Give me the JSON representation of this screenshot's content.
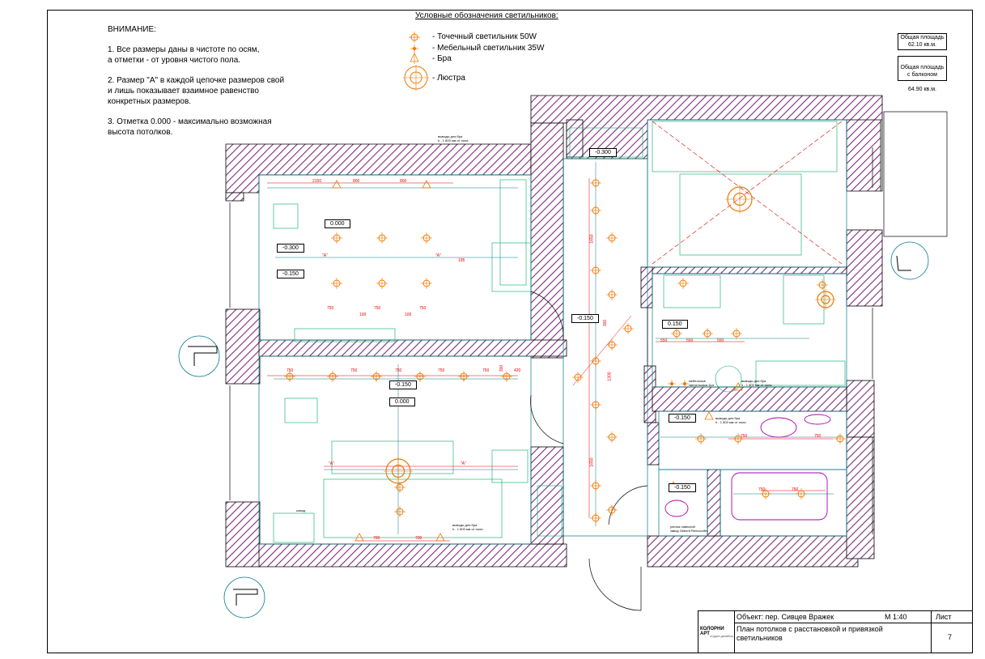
{
  "notes": {
    "title": "ВНИМАНИЕ:",
    "items": [
      "1. Все размеры даны в чистоте по осям,\n    а отметки - от уровня чистого пола.",
      "2. Размер \"А\" в каждой цепочке размеров свой\n    и лишь показывает взаимное равенство\n    конкретных размеров.",
      "3. Отметка 0.000 - максимально возможная\n    высота потолков."
    ]
  },
  "legend": {
    "title": "Условные обозначения светильников:",
    "items": [
      {
        "icon": "spot-light-icon",
        "label": "- Точечный светильник 50W"
      },
      {
        "icon": "furniture-light-icon",
        "label": "- Мебельный светильник 35W"
      },
      {
        "icon": "sconce-icon",
        "label": "- Бра"
      },
      {
        "icon": "chandelier-icon",
        "label": "- Люстра"
      }
    ]
  },
  "areas": [
    {
      "label": "Общая площадь",
      "value": "62.10 кв.м."
    },
    {
      "label": "Общая площадь\nс балконом",
      "value": "64.90 кв.м."
    }
  ],
  "level_tags": [
    "-0.300",
    "-0.300",
    "-0.150",
    "0.000",
    "-0.150",
    "0.000",
    "-0.150",
    "0.150",
    "-0.150",
    "-0.150"
  ],
  "dimensions": {
    "kitchen": [
      "2150",
      "800",
      "800",
      "750",
      "750",
      "750",
      "100",
      "100"
    ],
    "corridor": [
      "750",
      "750",
      "750",
      "750",
      "750",
      "420"
    ],
    "bedroom": [
      "700",
      "700",
      "\"A\"",
      "\"A\""
    ],
    "hall": [
      "1650",
      "1300",
      "1650",
      "300",
      "300"
    ],
    "kitchen2": [
      "550",
      "550",
      "550"
    ],
    "bath": [
      "750",
      "750",
      "750",
      "750"
    ],
    "living": [
      "\"A\"",
      "\"A\"",
      "195"
    ]
  },
  "small_notes": [
    "выводы для бра\nh - 1 800 мм от пола",
    "выводы для бра\nh - 1 800 мм от пола",
    "мебельные\nсветильники 2шт",
    "выводы для бра\nh - 1 800 мм от пола",
    "выводы для бра\nh - 1 800 мм от пола",
    "унитаз навесной\nзавод Geberit Remocollin",
    "комод"
  ],
  "title_block": {
    "logo": "КОЛОРНИ АРТ",
    "logo_sub": "студия дизайна",
    "object": "Объект: пер. Сивцев Вражек",
    "scale": "М 1:40",
    "sheet_label": "Лист",
    "description": "План потолков с расстановкой и привязкой светильников",
    "sheet_number": "7"
  },
  "colors": {
    "wall_hatch": "#7a2f7a",
    "spot": "#f07800",
    "dimension": "#e00000",
    "furniture": "#00aa66",
    "wiring": "#007a8a",
    "sanitary": "#aa00aa"
  }
}
